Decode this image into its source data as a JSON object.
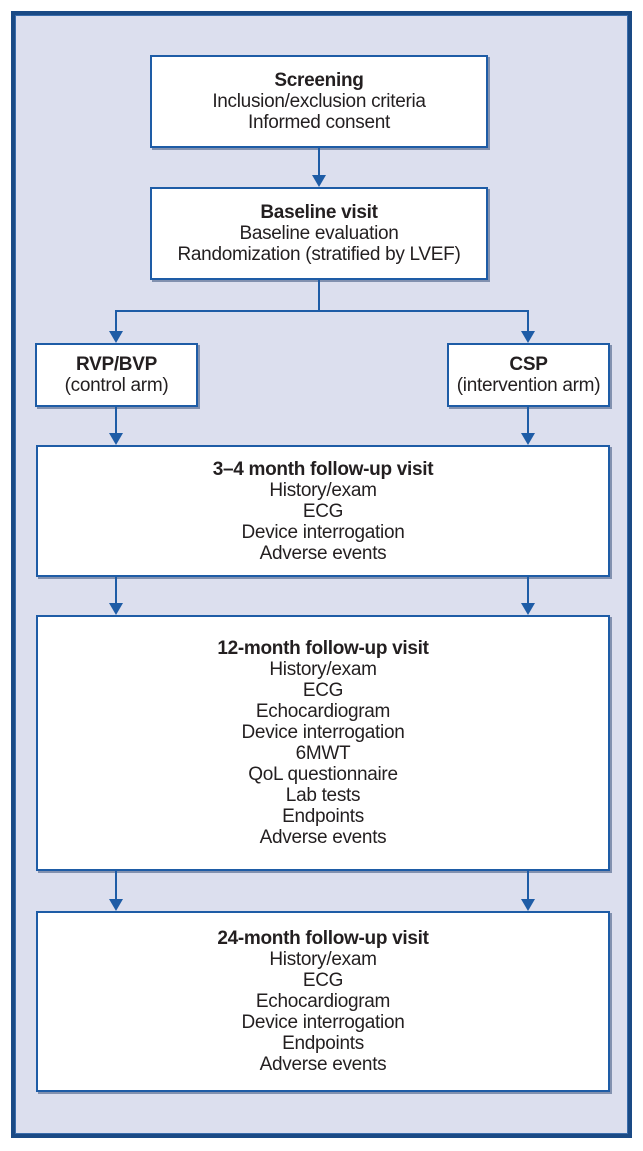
{
  "colors": {
    "frame_border": "#1a4a85",
    "background": "#dcdfee",
    "box_border": "#1e5ca6",
    "arrow": "#1e5ca6",
    "box_fill": "#ffffff",
    "text": "#231f20"
  },
  "diagram": {
    "type": "clinical-trial-flowchart",
    "nodes": {
      "screening": {
        "title": "Screening",
        "lines": [
          "Inclusion/exclusion criteria",
          "Informed consent"
        ]
      },
      "baseline": {
        "title": "Baseline visit",
        "lines": [
          "Baseline evaluation",
          "Randomization (stratified by LVEF)"
        ]
      },
      "control_arm": {
        "title": "RVP/BVP",
        "lines": [
          "(control arm)"
        ]
      },
      "intervention_arm": {
        "title": "CSP",
        "lines": [
          "(intervention arm)"
        ]
      },
      "followup_3_4_month": {
        "title": "3–4 month follow-up visit",
        "lines": [
          "History/exam",
          "ECG",
          "Device interrogation",
          "Adverse events"
        ]
      },
      "followup_12_month": {
        "title": "12-month follow-up visit",
        "lines": [
          "History/exam",
          "ECG",
          "Echocardiogram",
          "Device interrogation",
          "6MWT",
          "QoL questionnaire",
          "Lab tests",
          "Endpoints",
          "Adverse events"
        ]
      },
      "followup_24_month": {
        "title": "24-month follow-up visit",
        "lines": [
          "History/exam",
          "ECG",
          "Echocardiogram",
          "Device interrogation",
          "Endpoints",
          "Adverse events"
        ]
      }
    },
    "edges": [
      "screening → baseline",
      "baseline → control_arm",
      "baseline → intervention_arm",
      "control_arm → followup_3_4_month",
      "intervention_arm → followup_3_4_month",
      "followup_3_4_month → followup_12_month",
      "followup_12_month → followup_24_month"
    ]
  }
}
